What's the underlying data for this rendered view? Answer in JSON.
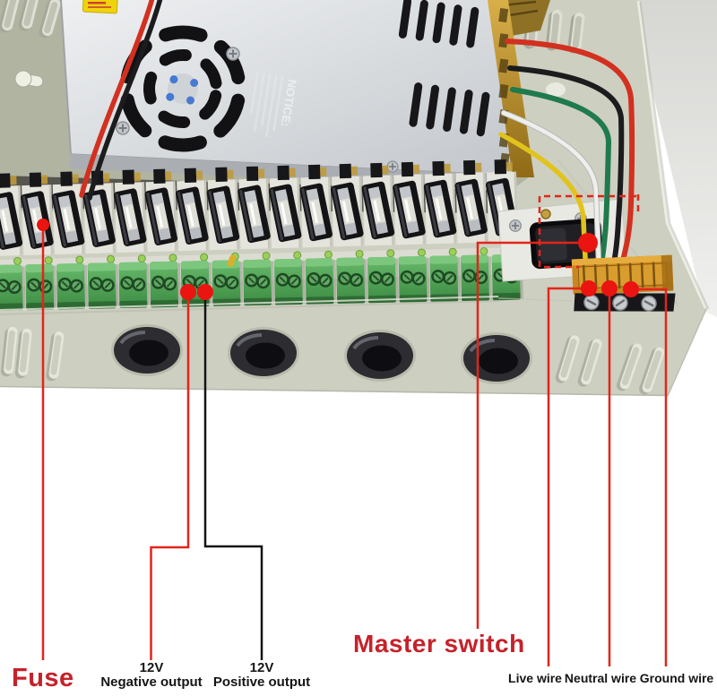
{
  "annotations": {
    "fuse_label": "Fuse",
    "negative_output": {
      "line1": "12V",
      "line2": "Negative output"
    },
    "positive_output": {
      "line1": "12V",
      "line2": "Positive output"
    },
    "master_switch_label": "Master switch",
    "live_wire_label": "Live wire",
    "neutral_wire_label": "Neutral wire",
    "ground_wire_label": "Ground wire"
  },
  "device": {
    "psu_notice_label": "NOTICE:",
    "fuse_channel_count": 17,
    "terminal_block_count": 17,
    "grommet_count": 4,
    "wires": [
      "red",
      "black",
      "green",
      "white",
      "yellow"
    ]
  },
  "colors": {
    "annotation_red": "#e2251b",
    "marker_dot_red": "#ea1410",
    "label_red": "#c5222a",
    "label_black": "#151515",
    "box_beige": "#cdcfc0",
    "interior_olive": "#b2b4a2",
    "psu_silver": "#dfe2e5",
    "terminal_green": "#4a9e50",
    "amber_block": "#c98722",
    "wire_red": "#d23020",
    "wire_black": "#1c1c1e",
    "wire_green": "#1f7a4d",
    "wire_white": "#eeeeec",
    "wire_yellow": "#e2c31d"
  }
}
